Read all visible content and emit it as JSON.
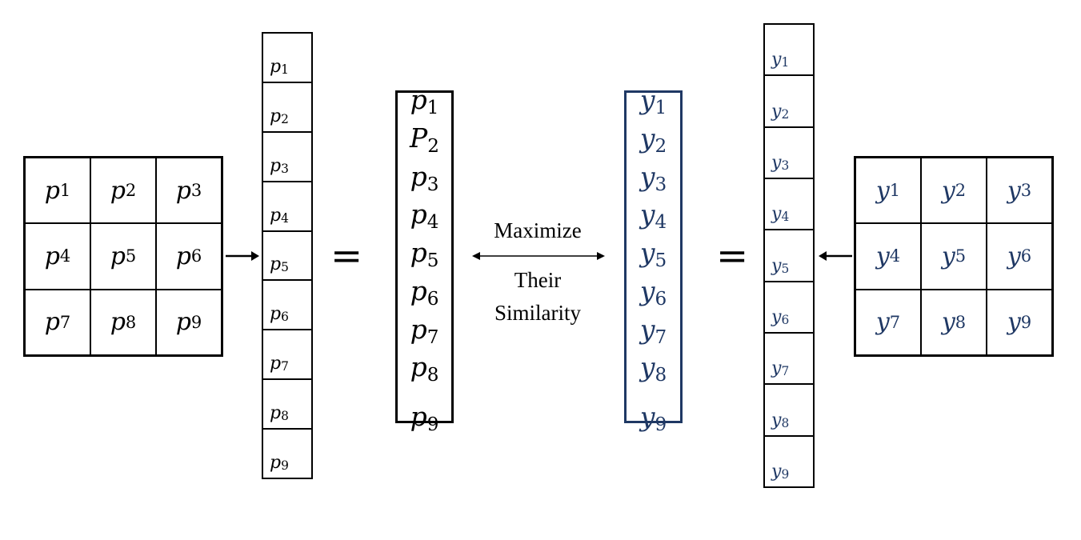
{
  "left_grid": {
    "cells": [
      {
        "v": "p",
        "s": "1"
      },
      {
        "v": "p",
        "s": "2"
      },
      {
        "v": "p",
        "s": "3"
      },
      {
        "v": "p",
        "s": "4"
      },
      {
        "v": "p",
        "s": "5"
      },
      {
        "v": "p",
        "s": "6"
      },
      {
        "v": "p",
        "s": "7"
      },
      {
        "v": "p",
        "s": "8"
      },
      {
        "v": "p",
        "s": "9"
      }
    ]
  },
  "p_column": {
    "cells": [
      {
        "v": "p",
        "s": "1"
      },
      {
        "v": "p",
        "s": "2"
      },
      {
        "v": "p",
        "s": "3"
      },
      {
        "v": "p",
        "s": "4"
      },
      {
        "v": "p",
        "s": "5"
      },
      {
        "v": "p",
        "s": "6"
      },
      {
        "v": "p",
        "s": "7"
      },
      {
        "v": "p",
        "s": "8"
      },
      {
        "v": "p",
        "s": "9"
      }
    ]
  },
  "p_vector": {
    "cells": [
      {
        "v": "p",
        "s": "1"
      },
      {
        "v": "P",
        "s": "2"
      },
      {
        "v": "p",
        "s": "3"
      },
      {
        "v": "p",
        "s": "4"
      },
      {
        "v": "p",
        "s": "5"
      },
      {
        "v": "p",
        "s": "6"
      },
      {
        "v": "p",
        "s": "7"
      },
      {
        "v": "p",
        "s": "8"
      },
      {
        "v": "p",
        "s": "9"
      }
    ]
  },
  "equals": "=",
  "relation": {
    "top": "Maximize",
    "line1": "Their",
    "line2": "Similarity"
  },
  "y_vector": {
    "cells": [
      {
        "v": "y",
        "s": "1"
      },
      {
        "v": "y",
        "s": "2"
      },
      {
        "v": "y",
        "s": "3"
      },
      {
        "v": "y",
        "s": "4"
      },
      {
        "v": "y",
        "s": "5"
      },
      {
        "v": "y",
        "s": "6"
      },
      {
        "v": "y",
        "s": "7"
      },
      {
        "v": "y",
        "s": "8"
      },
      {
        "v": "y",
        "s": "9"
      }
    ]
  },
  "y_column": {
    "cells": [
      {
        "v": "y",
        "s": "1"
      },
      {
        "v": "y",
        "s": "2"
      },
      {
        "v": "y",
        "s": "3"
      },
      {
        "v": "y",
        "s": "4"
      },
      {
        "v": "y",
        "s": "5"
      },
      {
        "v": "y",
        "s": "6"
      },
      {
        "v": "y",
        "s": "7"
      },
      {
        "v": "y",
        "s": "8"
      },
      {
        "v": "y",
        "s": "9"
      }
    ]
  },
  "right_grid": {
    "cells": [
      {
        "v": "y",
        "s": "1"
      },
      {
        "v": "y",
        "s": "2"
      },
      {
        "v": "y",
        "s": "3"
      },
      {
        "v": "y",
        "s": "4"
      },
      {
        "v": "y",
        "s": "5"
      },
      {
        "v": "y",
        "s": "6"
      },
      {
        "v": "y",
        "s": "7"
      },
      {
        "v": "y",
        "s": "8"
      },
      {
        "v": "y",
        "s": "9"
      }
    ]
  },
  "colors": {
    "y_text": "#1f3864",
    "p_text": "#000000"
  }
}
